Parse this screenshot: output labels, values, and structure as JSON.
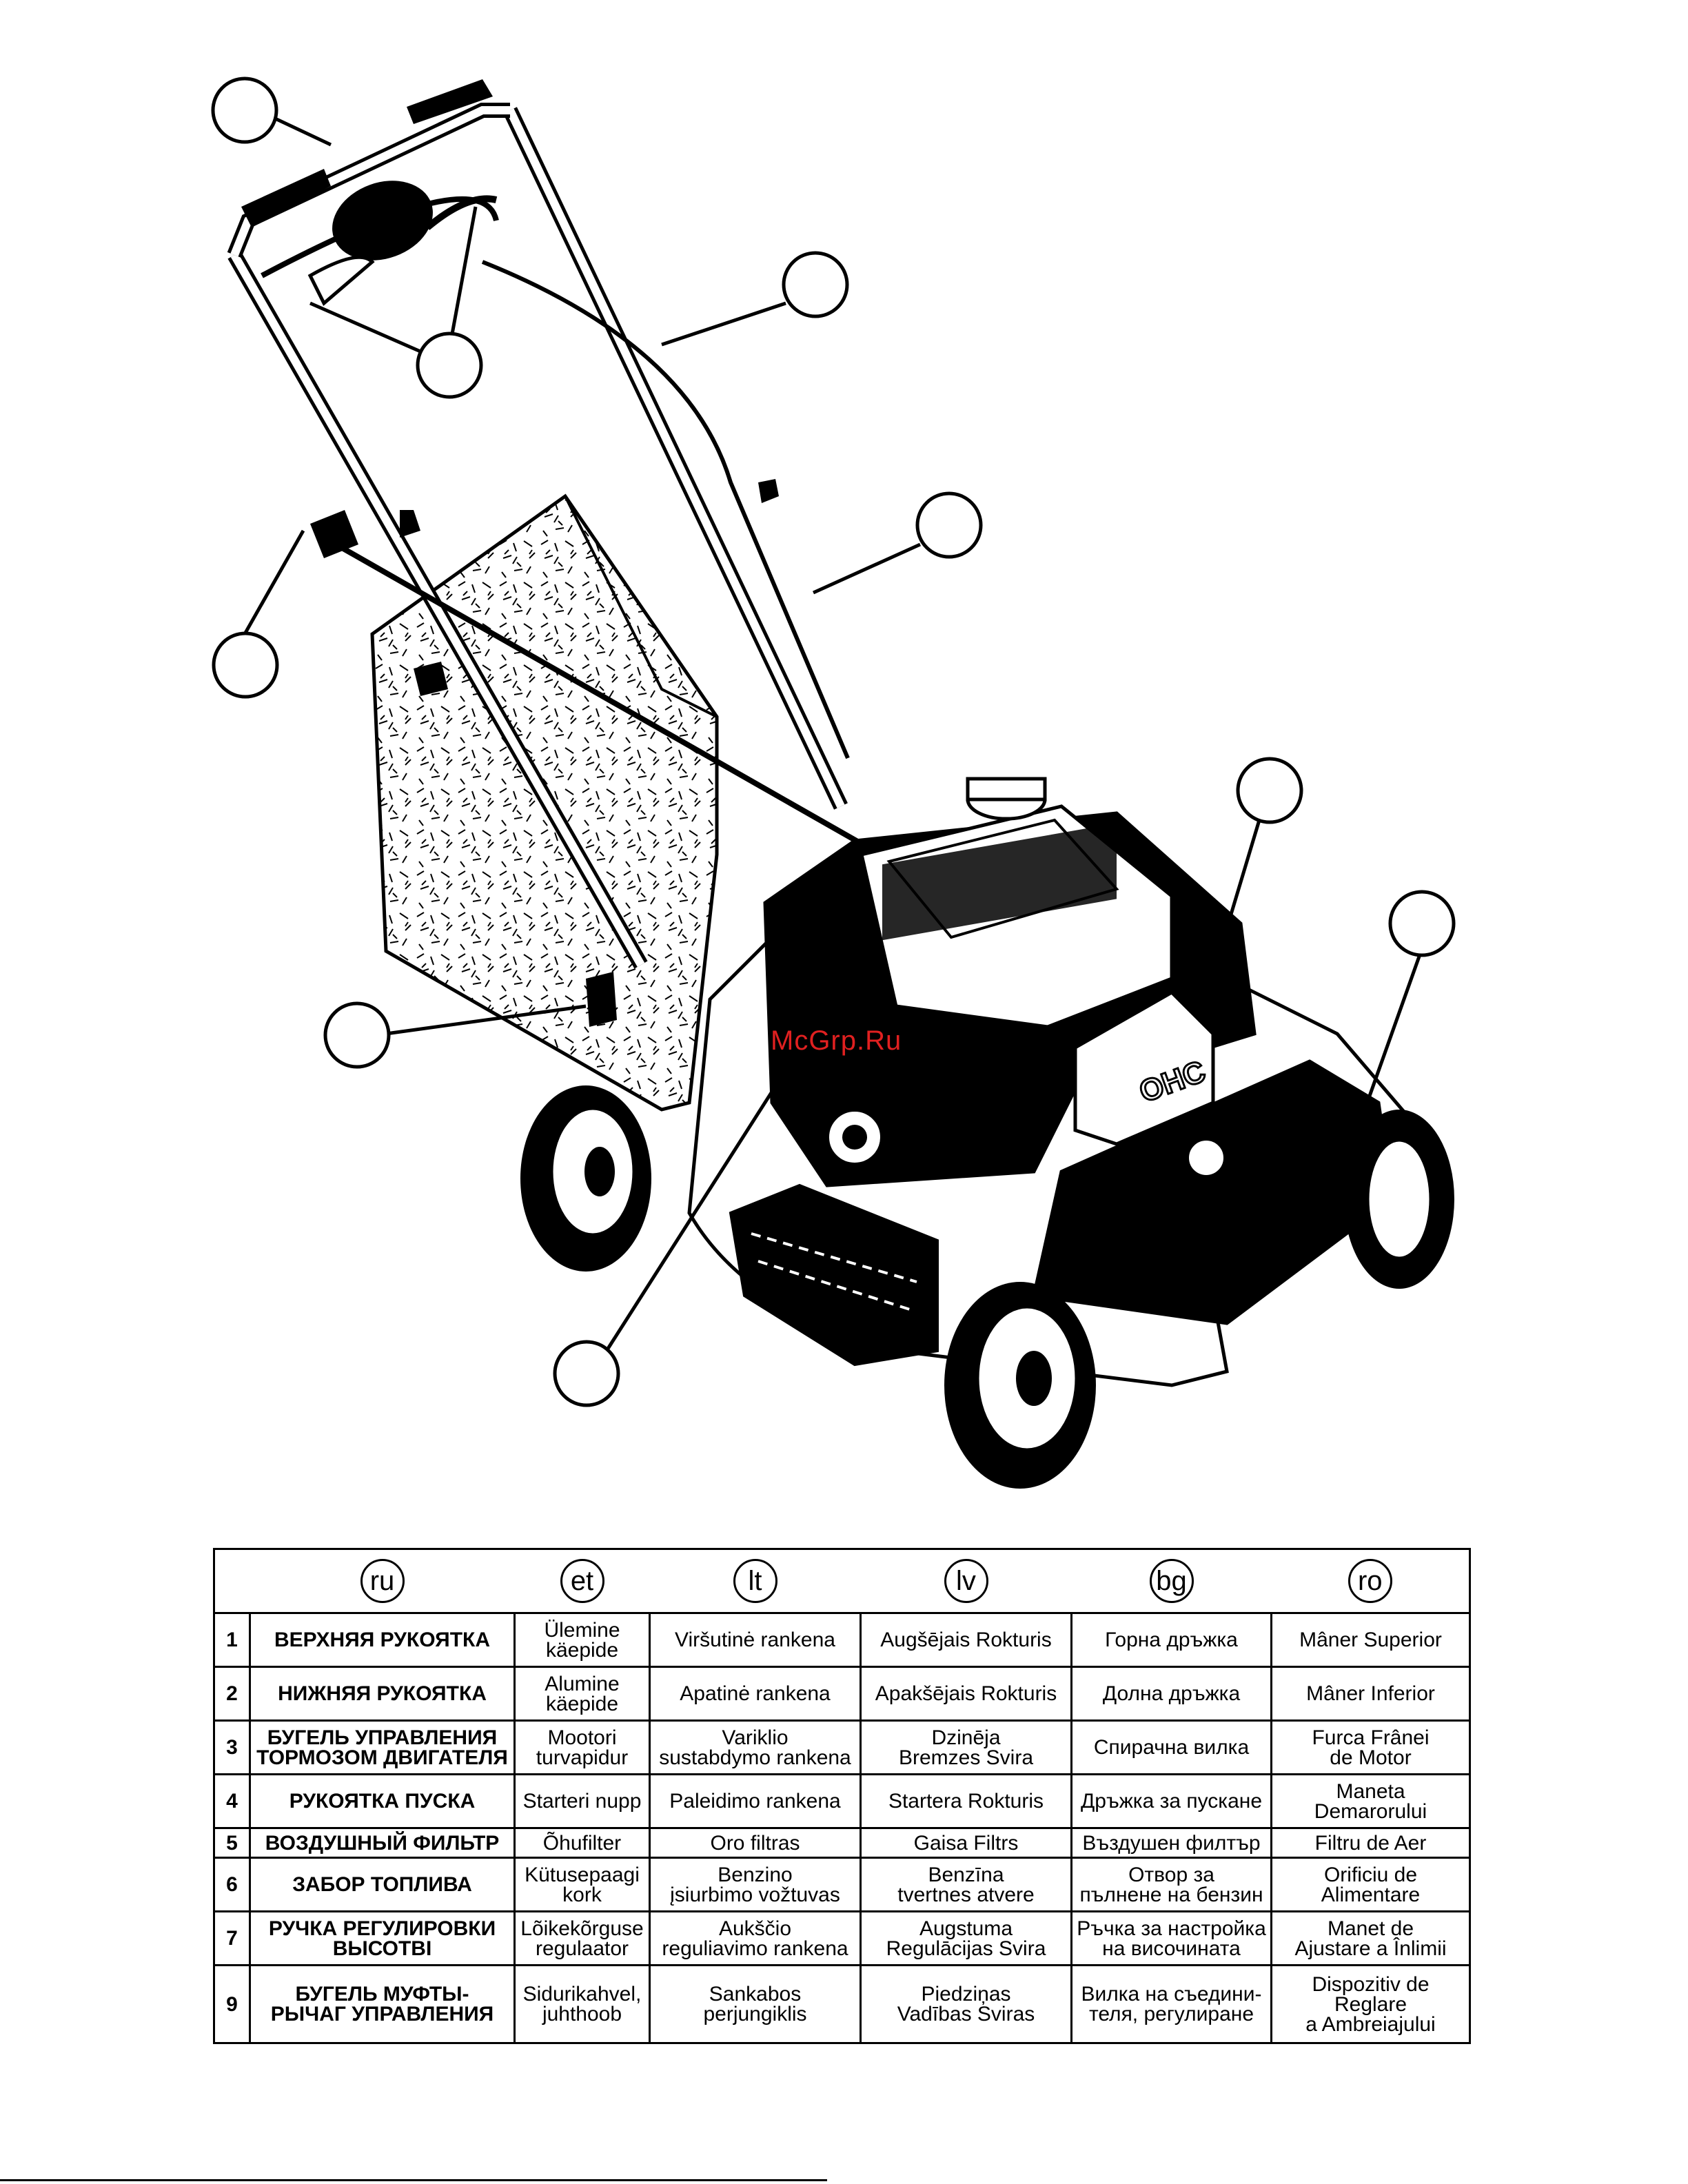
{
  "watermark": "McGrp.Ru",
  "engine_label": "OHC",
  "languages": [
    "ru",
    "et",
    "lt",
    "lv",
    "bg",
    "ro"
  ],
  "rows": [
    {
      "num": "1",
      "ru": "ВЕРХНЯЯ РУКОЯТКА",
      "et": "Ülemine\nkäepide",
      "lt": "Viršutinė rankena",
      "lv": "Augšējais Rokturis",
      "bg": "Горна дръжка",
      "ro": "Mâner Superior"
    },
    {
      "num": "2",
      "ru": "НИЖНЯЯ РУКОЯТКА",
      "et": "Alumine\nkäepide",
      "lt": "Apatinė rankena",
      "lv": "Apakšējais Rokturis",
      "bg": "Долна дръжка",
      "ro": "Mâner Inferior"
    },
    {
      "num": "3",
      "ru": "БУГЕЛЬ УПРАВЛЕНИЯ\nТОРМОЗОМ ДВИГАТЕЛЯ",
      "et": "Mootori\nturvapidur",
      "lt": "Variklio\nsustabdymo rankena",
      "lv": "Dzinēja\nBremzes Svira",
      "bg": "Спирачна вилка",
      "ro": "Furca Frânei\nde Motor"
    },
    {
      "num": "4",
      "ru": "РУКОЯТКА ПУСКА",
      "et": "Starteri nupp",
      "lt": "Paleidimo rankena",
      "lv": "Startera Rokturis",
      "bg": "Дръжка за пускане",
      "ro": "Maneta\nDemarorului"
    },
    {
      "num": "5",
      "ru": "ВОЗДУШНЫЙ ФИЛЬТР",
      "et": "Õhufilter",
      "lt": "Oro filtras",
      "lv": "Gaisa Filtrs",
      "bg": "Въздушен филтър",
      "ro": "Filtru de Aer"
    },
    {
      "num": "6",
      "ru": "ЗАБОР ТОПЛИВА",
      "et": "Kütusepaagi\nkork",
      "lt": "Benzino\nįsiurbimo vožtuvas",
      "lv": "Benzīna\ntvertnes atvere",
      "bg": "Отвор за\nпълнене на бензин",
      "ro": "Orificiu de\nAlimentare"
    },
    {
      "num": "7",
      "ru": "РУЧКА РЕГУЛИРОВКИ\nВЫСОТВІ",
      "et": "Lõikekõrguse\nregulaator",
      "lt": "Aukščio\nreguliavimo rankena",
      "lv": "Augstuma\nRegulācijas Svira",
      "bg": "Ръчка за настройка\nна височината",
      "ro": "Manet de\nAjustare a Înlimii"
    },
    {
      "num": "9",
      "ru": "БУГЕЛЬ МУФТЫ-\nРЫЧАГ УПРАВЛЕНИЯ",
      "et": "Sidurikahvel,\njuhthoob",
      "lt": "Sankabos\nperjungiklis",
      "lv": "Piedziņas\nVadības Sviras",
      "bg": "Вилка на съедини-\nтеля, регулиране",
      "ro": "Dispozitiv de Reglare\na Ambreiajului"
    }
  ]
}
